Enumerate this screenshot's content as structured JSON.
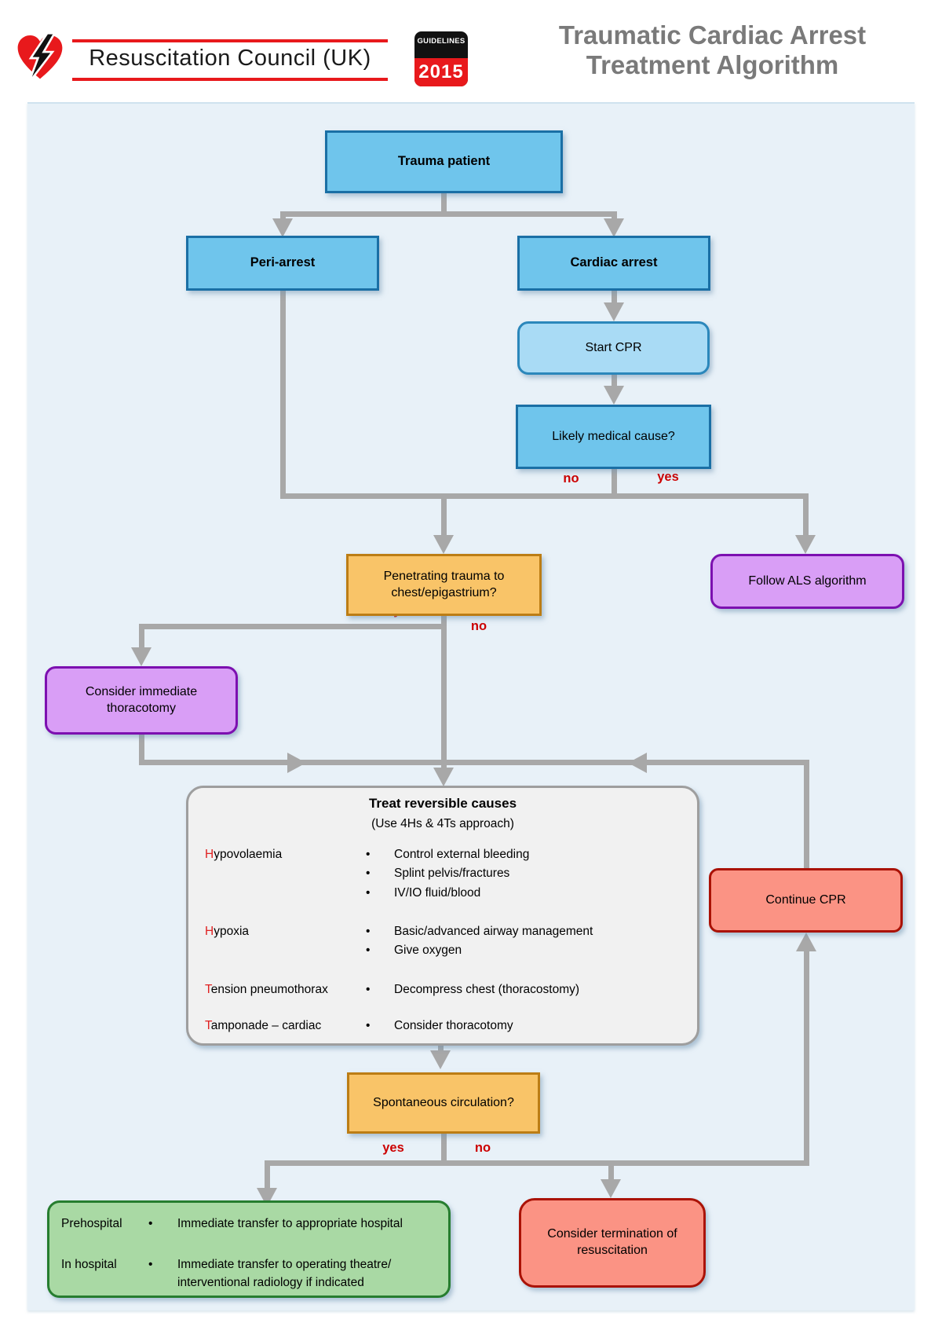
{
  "header": {
    "council_name": "Resuscitation Council (UK)",
    "badge_top": "GUIDELINES",
    "badge_year": "2015",
    "title_line1": "Traumatic Cardiac Arrest",
    "title_line2": "Treatment Algorithm"
  },
  "colors": {
    "header_red": "#e8191c",
    "title_gray": "#7a7a7a",
    "canvas_blue": "#e8f1f8",
    "node_blue_fill": "#6fc5ec",
    "node_blue_border": "#1a6fa5",
    "node_lightblue_fill": "#a9dbf5",
    "node_orange_fill": "#f9c468",
    "node_orange_border": "#bc7d15",
    "node_purple_fill": "#d99ef6",
    "node_purple_border": "#7c10b0",
    "node_salmon_fill": "#fb9384",
    "node_salmon_border": "#aa1205",
    "node_green_fill": "#a9d9a4",
    "node_green_border": "#267d2f",
    "bigbox_fill": "#f1f1f1",
    "connector_gray": "#a8a8a8",
    "branch_label_red": "#cc0000"
  },
  "nodes": {
    "trauma": "Trauma patient",
    "peri_arrest": "Peri-arrest",
    "cardiac_arrest": "Cardiac arrest",
    "start_cpr": "Start CPR",
    "likely_medical": "Likely medical cause?",
    "follow_als": "Follow ALS algorithm",
    "penetrating": "Penetrating trauma to chest/epigastrium?",
    "thoracotomy": "Consider immediate thoracotomy",
    "continue_cpr": "Continue CPR",
    "spont_circulation": "Spontaneous circulation?",
    "termination": "Consider termination of resuscitation"
  },
  "branches": {
    "medical_no": "no",
    "medical_yes": "yes",
    "penetrating_yes": "yes",
    "penetrating_no": "no",
    "circulation_yes": "yes",
    "circulation_no": "no"
  },
  "reversible": {
    "title": "Treat reversible causes",
    "subtitle": "(Use 4Hs & 4Ts approach)",
    "bullet_glyph": "•",
    "rows": [
      {
        "initial": "H",
        "rest": "ypovolaemia",
        "bullets": [
          "Control external bleeding",
          "Splint pelvis/fractures",
          "IV/IO fluid/blood"
        ]
      },
      {
        "initial": "H",
        "rest": "ypoxia",
        "bullets": [
          "Basic/advanced airway management",
          "Give oxygen"
        ]
      },
      {
        "initial": "T",
        "rest": "ension pneumothorax",
        "bullets": [
          "Decompress chest (thoracostomy)"
        ]
      },
      {
        "initial": "T",
        "rest": "amponade – cardiac",
        "bullets": [
          "Consider thoracotomy"
        ]
      }
    ]
  },
  "outcome": {
    "bullet_glyph": "•",
    "rows": [
      {
        "label": "Prehospital",
        "line1": "Immediate transfer to appropriate hospital",
        "line2": ""
      },
      {
        "label": "In hospital",
        "line1": "Immediate transfer to operating theatre/",
        "line2": "interventional radiology if indicated"
      }
    ]
  }
}
